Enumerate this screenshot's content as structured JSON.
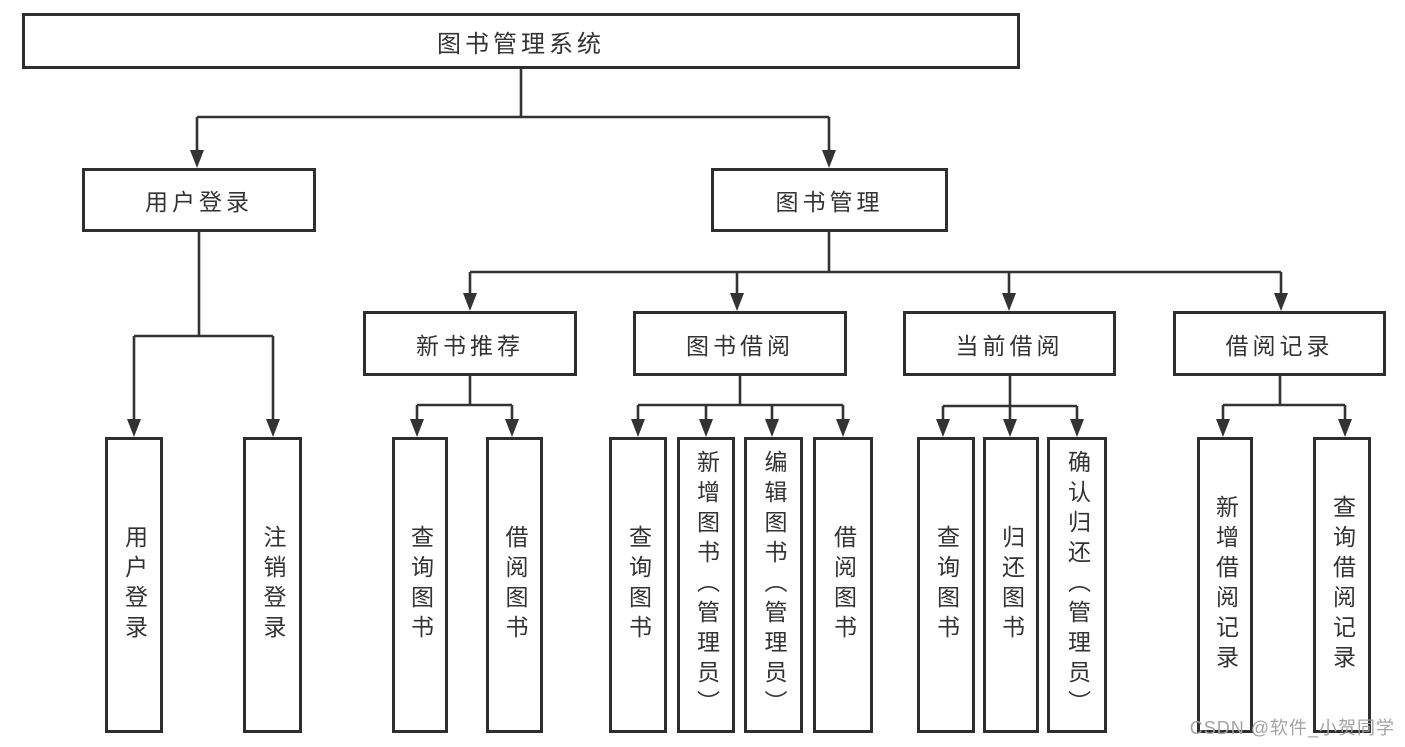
{
  "tree": {
    "root": {
      "label": "图书管理系统"
    },
    "level2": [
      {
        "label": "用户登录"
      },
      {
        "label": "图书管理"
      }
    ],
    "level3": [
      {
        "label": "新书推荐",
        "parent": "图书管理"
      },
      {
        "label": "图书借阅",
        "parent": "图书管理"
      },
      {
        "label": "当前借阅",
        "parent": "图书管理"
      },
      {
        "label": "借阅记录",
        "parent": "图书管理"
      }
    ],
    "leaves": [
      {
        "label": "用户登录",
        "parent": "用户登录"
      },
      {
        "label": "注销登录",
        "parent": "用户登录"
      },
      {
        "label": "查询图书",
        "parent": "新书推荐"
      },
      {
        "label": "借阅图书",
        "parent": "新书推荐"
      },
      {
        "label": "查询图书",
        "parent": "图书借阅"
      },
      {
        "label": "新增图书（管理员）",
        "parent": "图书借阅"
      },
      {
        "label": "编辑图书（管理员）",
        "parent": "图书借阅"
      },
      {
        "label": "借阅图书",
        "parent": "图书借阅"
      },
      {
        "label": "查询图书",
        "parent": "当前借阅"
      },
      {
        "label": "归还图书",
        "parent": "当前借阅"
      },
      {
        "label": "确认归还（管理员）",
        "parent": "当前借阅"
      },
      {
        "label": "新增借阅记录",
        "parent": "借阅记录"
      },
      {
        "label": "查询借阅记录",
        "parent": "借阅记录"
      }
    ]
  },
  "watermark": {
    "text": "CSDN @软件_小贺同学",
    "color": "#a3a3a3"
  },
  "colors": {
    "line": "#333333",
    "box_border": "#2e2e2e",
    "text": "#333333",
    "background": "#ffffff"
  }
}
